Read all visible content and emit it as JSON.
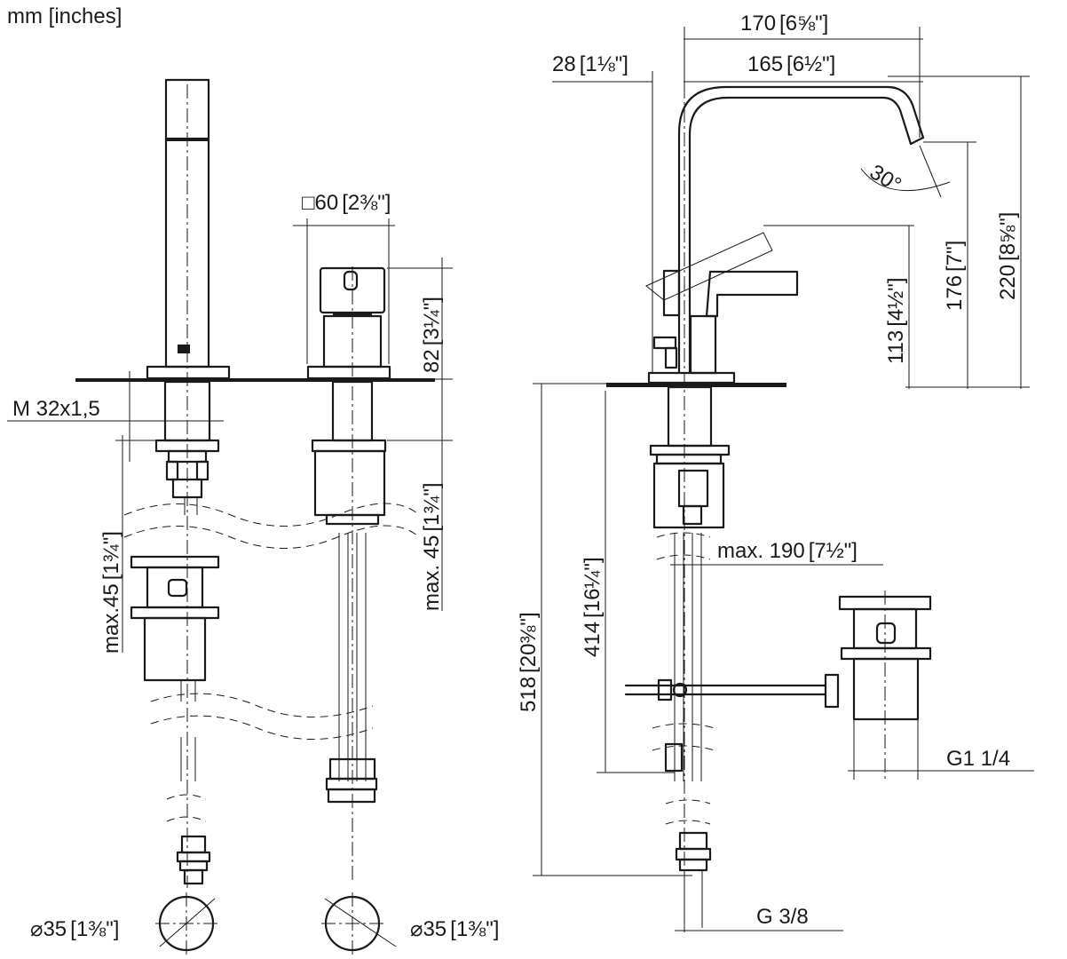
{
  "units_note": "mm [inches]",
  "left_view": {
    "thread": "M 32x1,5",
    "square": {
      "mm": "60",
      "inch": "2⅜\""
    },
    "handle_height": {
      "mm": "82",
      "inch": "3¼\""
    },
    "valve_max": {
      "mm": "max. 45",
      "inch": "1¾\""
    },
    "spout_max": {
      "mm": "max.45",
      "inch": "1¾\""
    },
    "dia_left": {
      "mm": "35",
      "inch": "1⅜\""
    },
    "dia_right": {
      "mm": "35",
      "inch": "1⅜\""
    }
  },
  "right_view": {
    "reach_total": {
      "mm": "170",
      "inch": "6⅝\""
    },
    "reach_spout": {
      "mm": "165",
      "inch": "6½\""
    },
    "offset": {
      "mm": "28",
      "inch": "1⅛\""
    },
    "angle": "30°",
    "height_total": {
      "mm": "220",
      "inch": "8⅝\""
    },
    "height_outlet": {
      "mm": "176",
      "inch": "7\""
    },
    "height_lever": {
      "mm": "113",
      "inch": "4½\""
    },
    "depth_total": {
      "mm": "518",
      "inch": "20⅜\""
    },
    "depth_hoses": {
      "mm": "414",
      "inch": "16¼\""
    },
    "drain_reach": {
      "mm": "max. 190",
      "inch": "7½\""
    },
    "waste_thread": "G1 1/4",
    "supply_thread": "G 3/8"
  }
}
